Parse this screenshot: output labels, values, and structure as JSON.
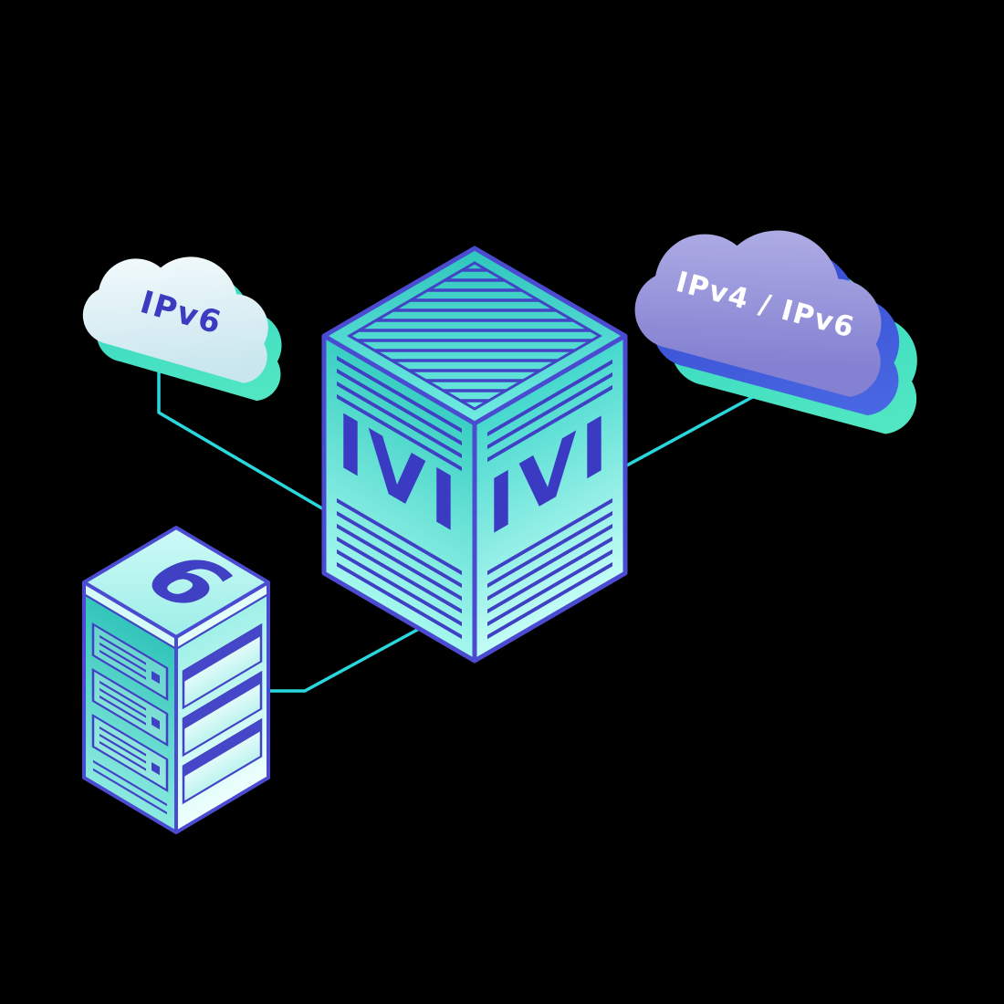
{
  "illustration": {
    "left_cloud": {
      "label": "IPv6"
    },
    "right_cloud": {
      "label": "IPv4 / IPv6"
    },
    "ivi_box": {
      "left_face_label": "IVI",
      "right_face_label": "IVI"
    },
    "server": {
      "top_label": "6"
    },
    "colors": {
      "background": "#000000",
      "connector_cyan": "#29D8DD",
      "box_teal": "#38CFC2",
      "box_light_cyan": "#A5F8EE",
      "stripe_indigo": "#4040C4",
      "edge_indigo": "#4B4BD2",
      "cloud_purple": "#8481D2",
      "cloud_light_purple": "#B7B5E8",
      "cloud_white": "#FBFEFF",
      "cloud_teal_shadow": "#2ED4C4",
      "cloud_blue_shadow": "#3143CC",
      "label_white": "#FFFFFF",
      "label_indigo": "#3C3CC0"
    }
  }
}
